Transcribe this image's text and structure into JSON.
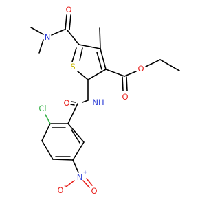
{
  "atoms": {
    "dimethyl_amine_N": {
      "text": "N",
      "color": "#2a3bd6"
    },
    "amide1_O": {
      "text": "O",
      "color": "#e8201c"
    },
    "thiophene_S": {
      "text": "S",
      "color": "#c9b800"
    },
    "ester_O_carbonyl": {
      "text": "O",
      "color": "#e8201c"
    },
    "ester_O_ether": {
      "text": "O",
      "color": "#e8201c"
    },
    "amide2_O": {
      "text": "O",
      "color": "#e8201c"
    },
    "amide2_NH": {
      "text": "NH",
      "color": "#2a3bd6"
    },
    "chloro": {
      "text": "Cl",
      "color": "#34b046"
    },
    "nitro_N": {
      "text": "N",
      "color": "#2a3bd6",
      "charge": "+"
    },
    "nitro_O_left": {
      "text": "O",
      "color": "#e8201c",
      "charge": "−"
    },
    "nitro_O_right": {
      "text": "O",
      "color": "#e8201c"
    }
  }
}
